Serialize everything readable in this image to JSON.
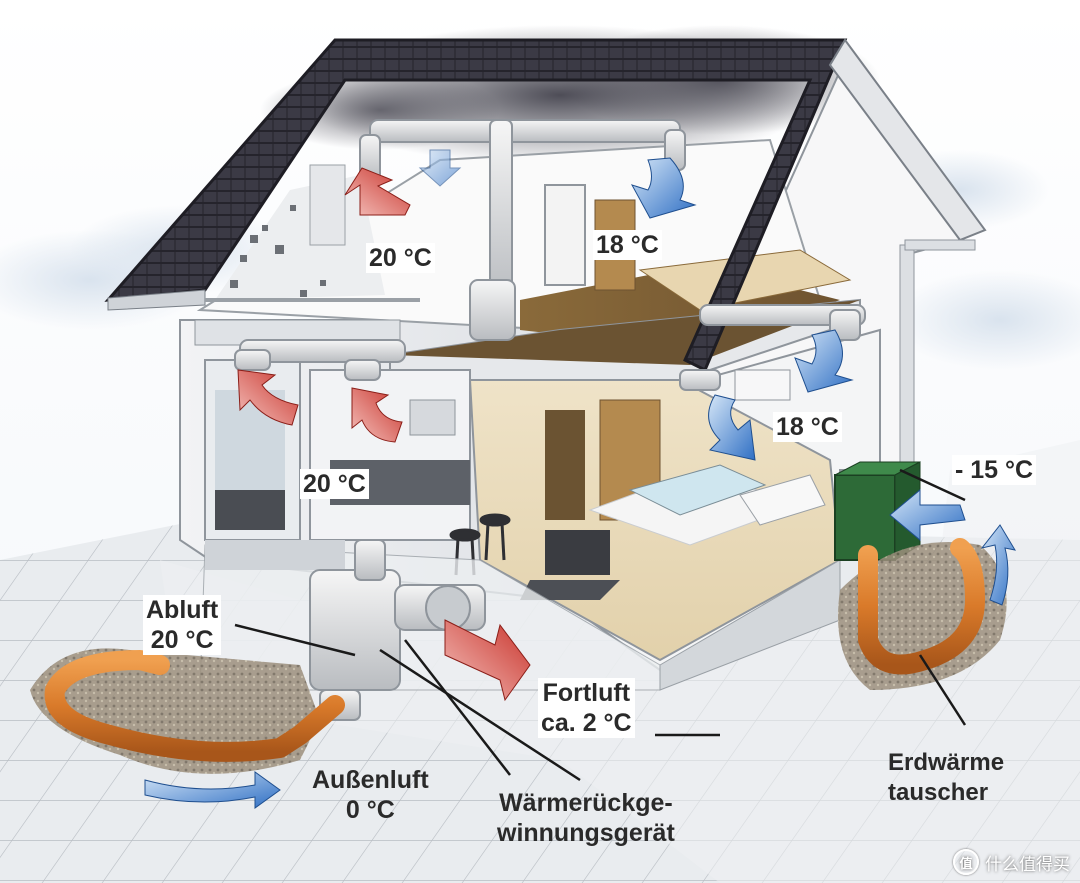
{
  "labels": {
    "bath_temp": "20 °C",
    "bedroom_temp": "18 °C",
    "living_temp": "18 °C",
    "kitchen_temp": "20 °C",
    "outdoor_temp": "- 15 °C",
    "exhaust_title": "Abluft",
    "exhaust_temp": "20 °C",
    "outgoing_title": "Fortluft",
    "outgoing_temp": "ca. 2 °C",
    "outside_air_title": "Außenluft",
    "outside_air_temp": "0 °C",
    "heat_recovery_line1": "Wärmerückge-",
    "heat_recovery_line2": "winnungsgerät",
    "geothermal_line1": "Erdwärme",
    "geothermal_line2": "tauscher"
  },
  "watermark": {
    "logo": "值",
    "text": "什么值得买"
  },
  "colors": {
    "warm_air": "#c8322a",
    "cool_air": "#3a78c8",
    "pipe": "#d97a2a",
    "roof": "#3b3a45"
  }
}
